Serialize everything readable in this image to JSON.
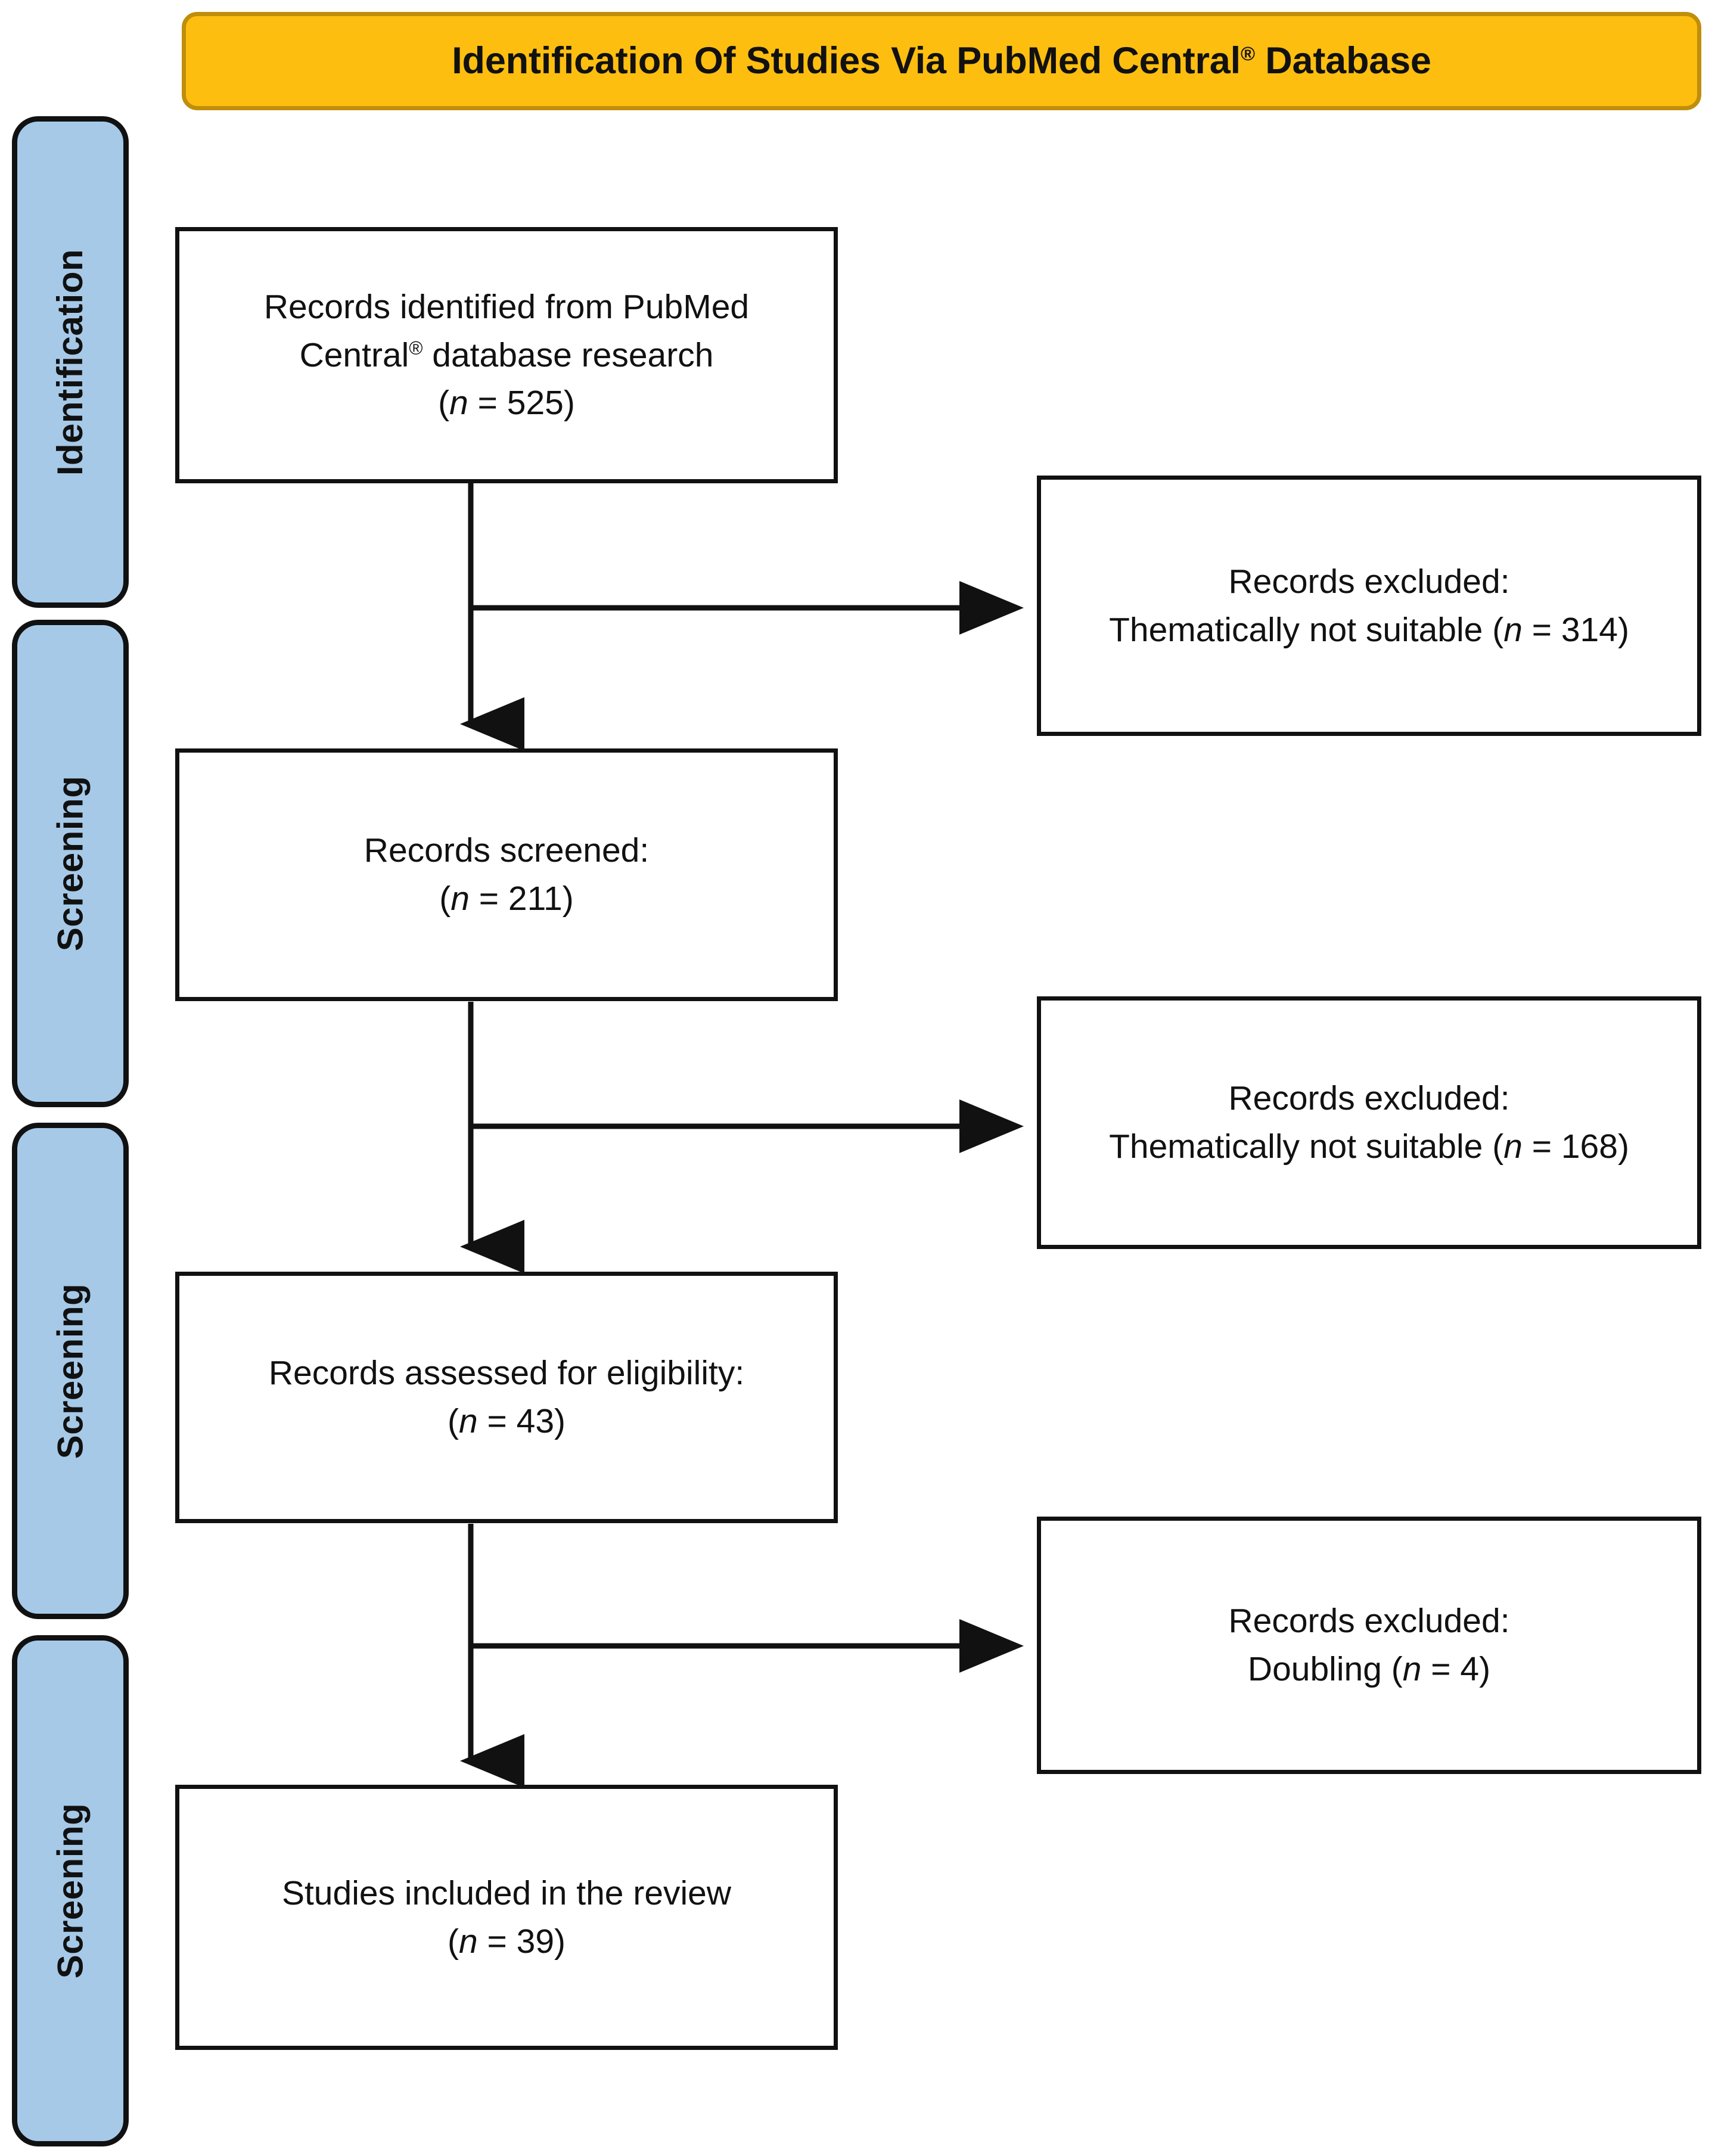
{
  "banner": {
    "title_pre": "Identification Of Studies Via PubMed Central",
    "title_sup": "®",
    "title_post": " Database",
    "bg_color": "#FDBE10",
    "border_color": "#C08E0A"
  },
  "phases": {
    "band_color": "#A6C9E8",
    "items": [
      {
        "label": "Identification"
      },
      {
        "label": "Screening"
      },
      {
        "label": "Screening"
      },
      {
        "label": "Screening"
      }
    ]
  },
  "flow": {
    "identified": {
      "line1": "Records identified from PubMed",
      "line2_pre": "Central",
      "line2_sup": "®",
      "line2_post": " database research",
      "count_label": "(",
      "count_n": "n",
      "count_value": " = 525)"
    },
    "screened": {
      "line1": "Records screened:",
      "count_label": "(",
      "count_n": "n",
      "count_value": " = 211)"
    },
    "eligibility": {
      "line1": "Records assessed for eligibility:",
      "count_label": "(",
      "count_n": "n",
      "count_value": " = 43)"
    },
    "included": {
      "line1": "Studies included in the review",
      "count_label": "(",
      "count_n": "n",
      "count_value": " = 39)"
    },
    "excluded_1": {
      "line1": "Records excluded:",
      "line2_pre": "Thematically  not suitable (",
      "line2_n": "n",
      "line2_post": " = 314)"
    },
    "excluded_2": {
      "line1": "Records excluded:",
      "line2_pre": "Thematically not suitable (",
      "line2_n": "n",
      "line2_post": " = 168)"
    },
    "excluded_3": {
      "line1": "Records excluded:",
      "line2_pre": "Doubling (",
      "line2_n": "n",
      "line2_post": " = 4)"
    }
  },
  "chart_data": {
    "type": "flowchart",
    "title": "Identification Of Studies Via PubMed Central® Database",
    "nodes": [
      {
        "id": "identified",
        "stage": "Identification",
        "text": "Records identified from PubMed Central® database research",
        "n": 525
      },
      {
        "id": "excluded_1",
        "stage": "Screening",
        "text": "Records excluded: Thematically not suitable",
        "n": 314
      },
      {
        "id": "screened",
        "stage": "Screening",
        "text": "Records screened",
        "n": 211
      },
      {
        "id": "excluded_2",
        "stage": "Screening",
        "text": "Records excluded: Thematically not suitable",
        "n": 168
      },
      {
        "id": "eligibility",
        "stage": "Screening",
        "text": "Records assessed for eligibility",
        "n": 43
      },
      {
        "id": "excluded_3",
        "stage": "Screening",
        "text": "Records excluded: Doubling",
        "n": 4
      },
      {
        "id": "included",
        "stage": "Screening",
        "text": "Studies included in the review",
        "n": 39
      }
    ],
    "edges": [
      {
        "from": "identified",
        "to": "screened",
        "direction": "down"
      },
      {
        "from": "identified",
        "to": "excluded_1",
        "direction": "right"
      },
      {
        "from": "screened",
        "to": "eligibility",
        "direction": "down"
      },
      {
        "from": "screened",
        "to": "excluded_2",
        "direction": "right"
      },
      {
        "from": "eligibility",
        "to": "included",
        "direction": "down"
      },
      {
        "from": "eligibility",
        "to": "excluded_3",
        "direction": "right"
      }
    ]
  }
}
